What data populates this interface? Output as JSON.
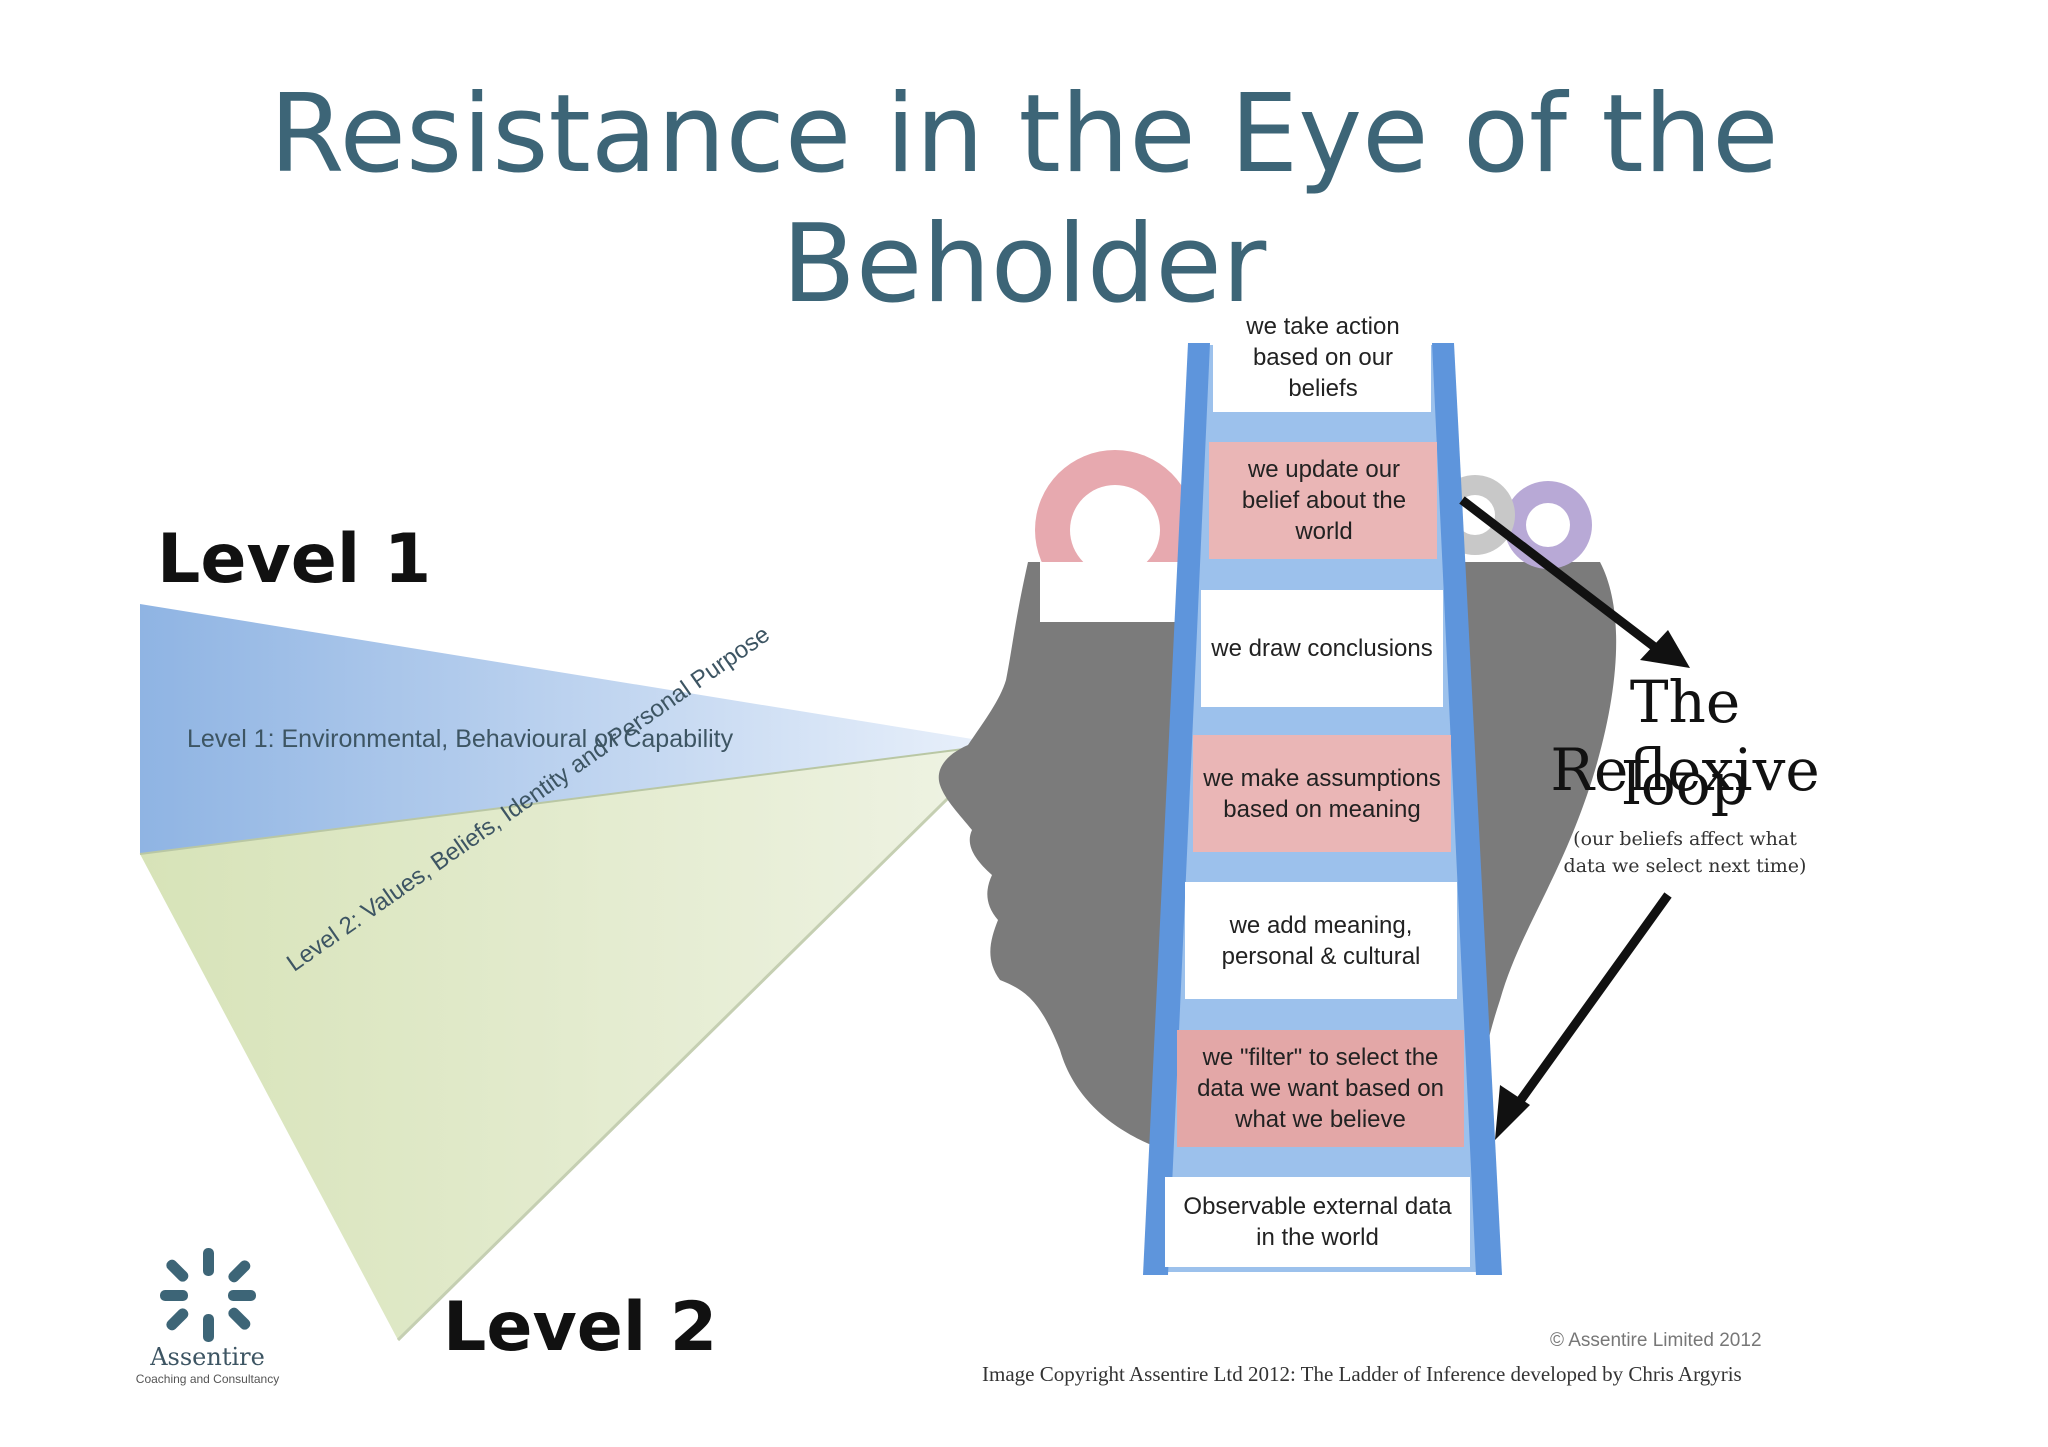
{
  "title": {
    "line1": "Resistance in the Eye of the",
    "line2": "Beholder"
  },
  "levels": {
    "level1_heading": "Level 1",
    "level2_heading": "Level 2",
    "level1_label": "Level 1: Environmental, Behavioural or Capability",
    "level2_label": "Level 2: Values, Beliefs, Identity and Personal Purpose"
  },
  "ladder": {
    "rungs": [
      {
        "text": "we take action based on our beliefs",
        "highlight": false
      },
      {
        "text": "we update our belief about the world",
        "highlight": true
      },
      {
        "text": "we draw conclusions",
        "highlight": false
      },
      {
        "text": "we make assumptions based on meaning",
        "highlight": true
      },
      {
        "text": "we add meaning, personal & cultural",
        "highlight": false
      },
      {
        "text": "we \"filter\" to select the data we want based on what we believe",
        "highlight": true
      },
      {
        "text": "Observable external data in the world",
        "highlight": false
      }
    ]
  },
  "loop": {
    "title_line1": "The Reflexive",
    "title_line2": "loop",
    "note_line1": "(our beliefs affect what",
    "note_line2": "data we select next time)"
  },
  "logo": {
    "name": "Assentire",
    "tagline": "Coaching and Consultancy"
  },
  "footer": {
    "copyright": "© Assentire Limited 2012",
    "image_credit": "Image Copyright Assentire Ltd 2012:   The Ladder of Inference developed by Chris Argyris"
  },
  "colors": {
    "title": "#3d6577",
    "cone_blue": "#8fb4e3",
    "cone_green": "#dfe8c8",
    "head": "#7a7a7a",
    "ladder_rail": "#6a9fe0",
    "rung_pink": "#e8b3b3"
  }
}
